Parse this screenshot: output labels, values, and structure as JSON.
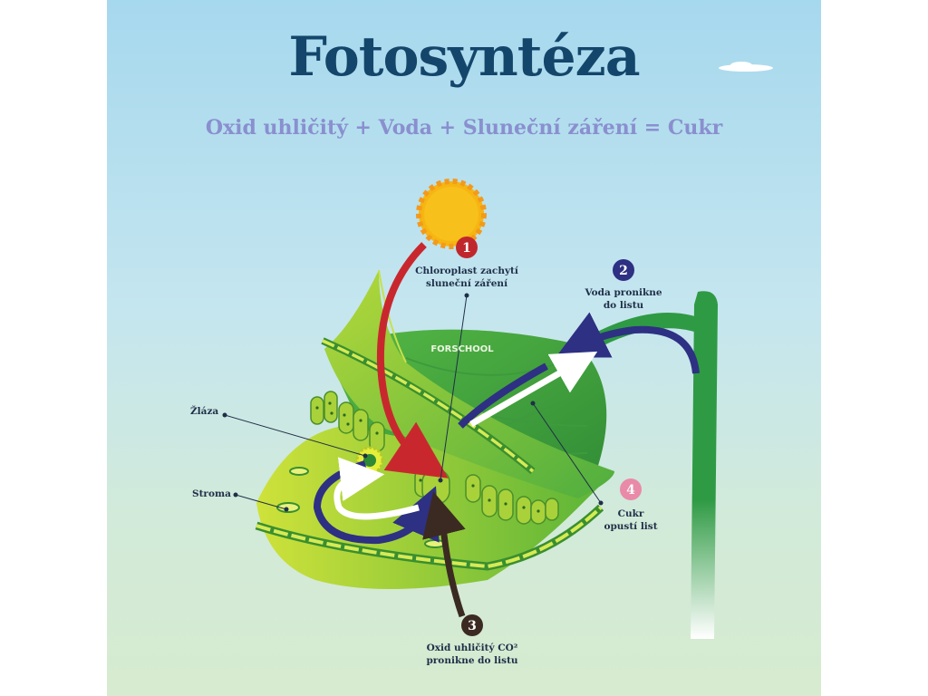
{
  "title": "Fotosyntéza",
  "subtitle": "Oxid uhličitý + Voda + Sluneční záření = Cukr",
  "logo_text": "FORSCHOOL",
  "steps": [
    {
      "number": "1",
      "color": "#c0272d",
      "line1": "Chloroplast zachytí",
      "line2": "sluneční záření"
    },
    {
      "number": "2",
      "color": "#2e3083",
      "line1": "Voda pronikne",
      "line2": "do listu"
    },
    {
      "number": "3",
      "color": "#3b2a22",
      "line1": "Oxid uhličitý CO²",
      "line2": "pronikne do listu"
    },
    {
      "number": "4",
      "color": "#e98aa8",
      "line1": "Cukr",
      "line2": "opustí list"
    }
  ],
  "side_labels": {
    "gland": "Žláza",
    "stroma": "Stroma"
  },
  "colors": {
    "title": "#14466b",
    "subtitle": "#8a8fcf",
    "leaf_dark": "#3f9b3a",
    "leaf_light": "#c6df3b",
    "sun": "#f6b512"
  }
}
